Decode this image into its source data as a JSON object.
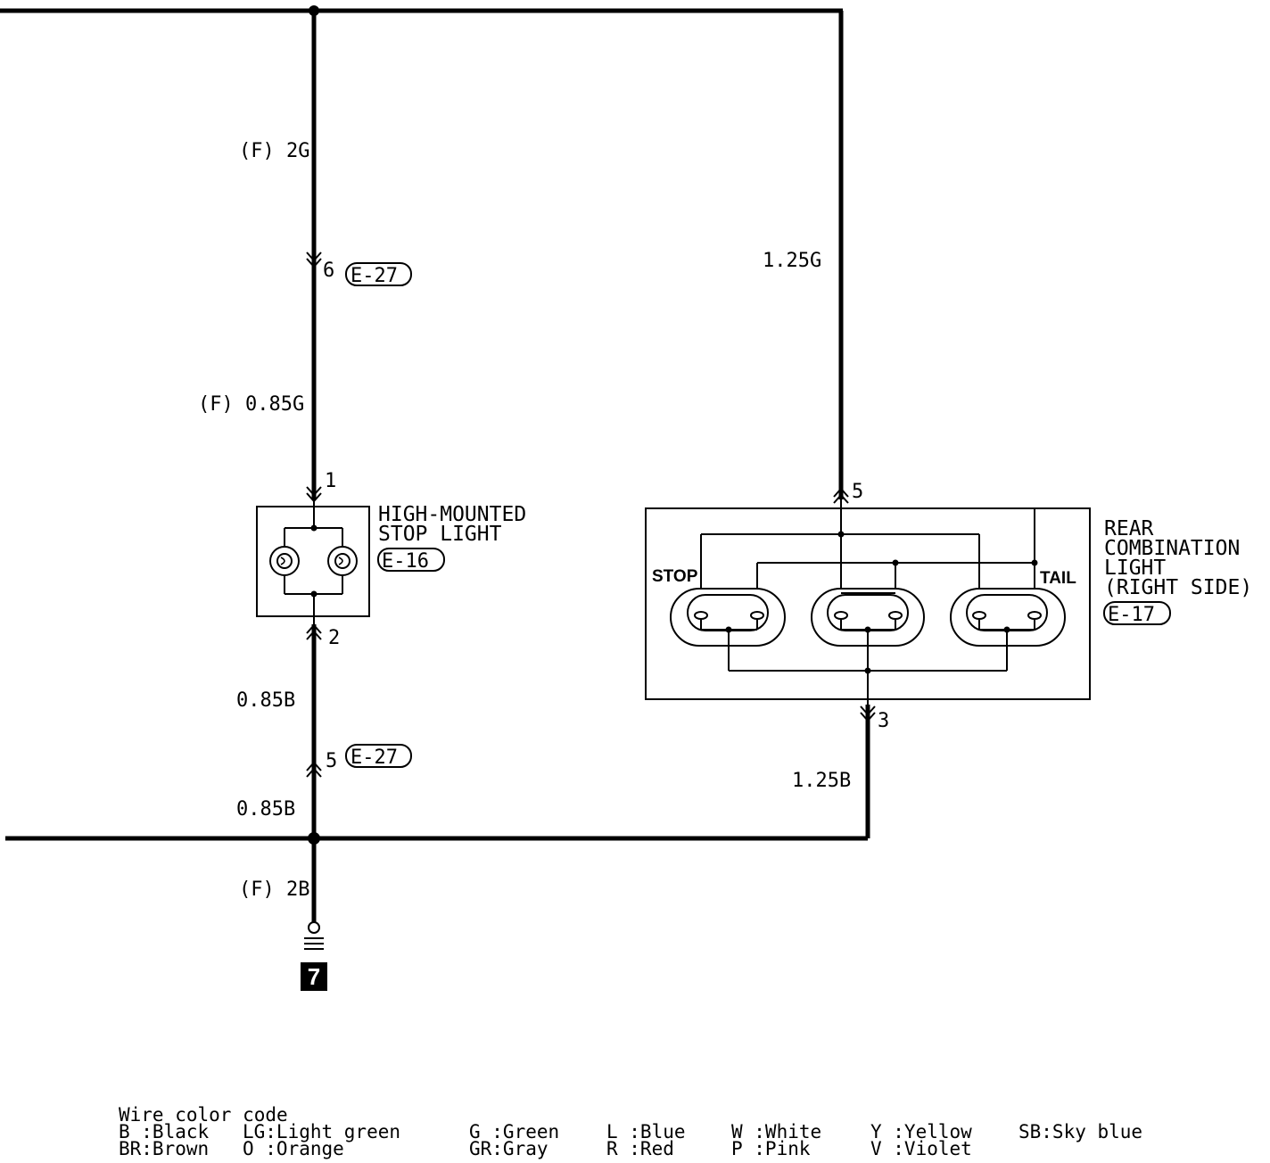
{
  "wires": {
    "top_left_upper": "(F) 2G",
    "top_left_lower": "(F) 0.85G",
    "right_upper": "1.25G",
    "left_bottom_upper": "0.85B",
    "left_bottom_lower": "0.85B",
    "right_lower": "1.25B",
    "ground_wire": "(F) 2B"
  },
  "connectors": {
    "e27_top_pin": "6",
    "e27_top_label": "E-27",
    "e27_bottom_pin": "5",
    "e27_bottom_label": "E-27"
  },
  "high_mounted": {
    "title_line1": "HIGH-MOUNTED",
    "title_line2": "STOP LIGHT",
    "connector": "E-16",
    "pin_in": "1",
    "pin_out": "2"
  },
  "rear_combination": {
    "title_line1": "REAR",
    "title_line2": "COMBINATION",
    "title_line3": "LIGHT",
    "title_line4": "(RIGHT SIDE)",
    "connector": "E-17",
    "pin_in": "5",
    "pin_out": "3",
    "stop_label": "STOP",
    "tail_label": "TAIL"
  },
  "ground": {
    "number": "7"
  },
  "legend": {
    "title": "Wire color code",
    "entries": [
      {
        "code": "B :Black",
        "col": 0,
        "row": 0
      },
      {
        "code": "BR:Brown",
        "col": 0,
        "row": 1
      },
      {
        "code": "LG:Light green",
        "col": 1,
        "row": 0
      },
      {
        "code": "O :Orange",
        "col": 1,
        "row": 1
      },
      {
        "code": "G :Green",
        "col": 2,
        "row": 0
      },
      {
        "code": "GR:Gray",
        "col": 2,
        "row": 1
      },
      {
        "code": "L :Blue",
        "col": 3,
        "row": 0
      },
      {
        "code": "R :Red",
        "col": 3,
        "row": 1
      },
      {
        "code": "W :White",
        "col": 4,
        "row": 0
      },
      {
        "code": "P :Pink",
        "col": 4,
        "row": 1
      },
      {
        "code": "Y :Yellow",
        "col": 5,
        "row": 0
      },
      {
        "code": "V :Violet",
        "col": 5,
        "row": 1
      },
      {
        "code": "SB:Sky blue",
        "col": 6,
        "row": 0
      }
    ]
  }
}
